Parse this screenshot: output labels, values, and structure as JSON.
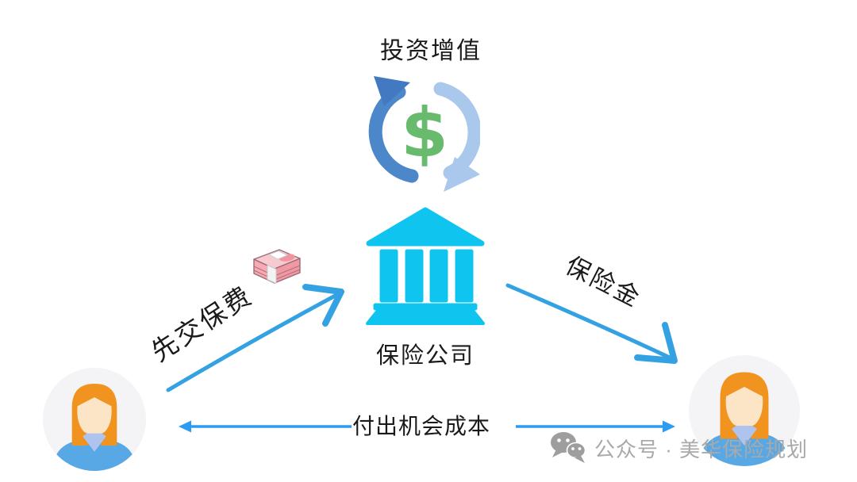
{
  "labels": {
    "investment": "投资增值",
    "company": "保险公司",
    "premium": "先交保费",
    "benefit": "保险金",
    "opportunity_cost": "付出机会成本"
  },
  "watermark": {
    "text": "公众号 · 美华保险规划"
  },
  "icons": {
    "cycle": "circular-arrows-with-dollar",
    "bank": "bank-building",
    "cash": "banknote-stack",
    "wechat": "wechat-logo",
    "person_left": "woman-avatar",
    "person_right": "woman-avatar"
  },
  "colors": {
    "bank_cyan": "#10c4f0",
    "curve_arrow_blue": "#34a2e2",
    "bottom_arrow_blue": "#2b9cf2",
    "cycle_dark_blue": "#4c87c9",
    "cycle_light_blue": "#a9c8ec",
    "dollar_green": "#68ba6c",
    "hair_orange": "#f0941f",
    "skin": "#fce5c6",
    "shirt_blue": "#58a8e6",
    "collar_blue": "#aec4ee",
    "avatar_bg": "#f4f4f6",
    "cash_pink": "#f5aab5",
    "watermark_gray": "#a9a9a9",
    "text_dark": "#1a1a1a"
  }
}
